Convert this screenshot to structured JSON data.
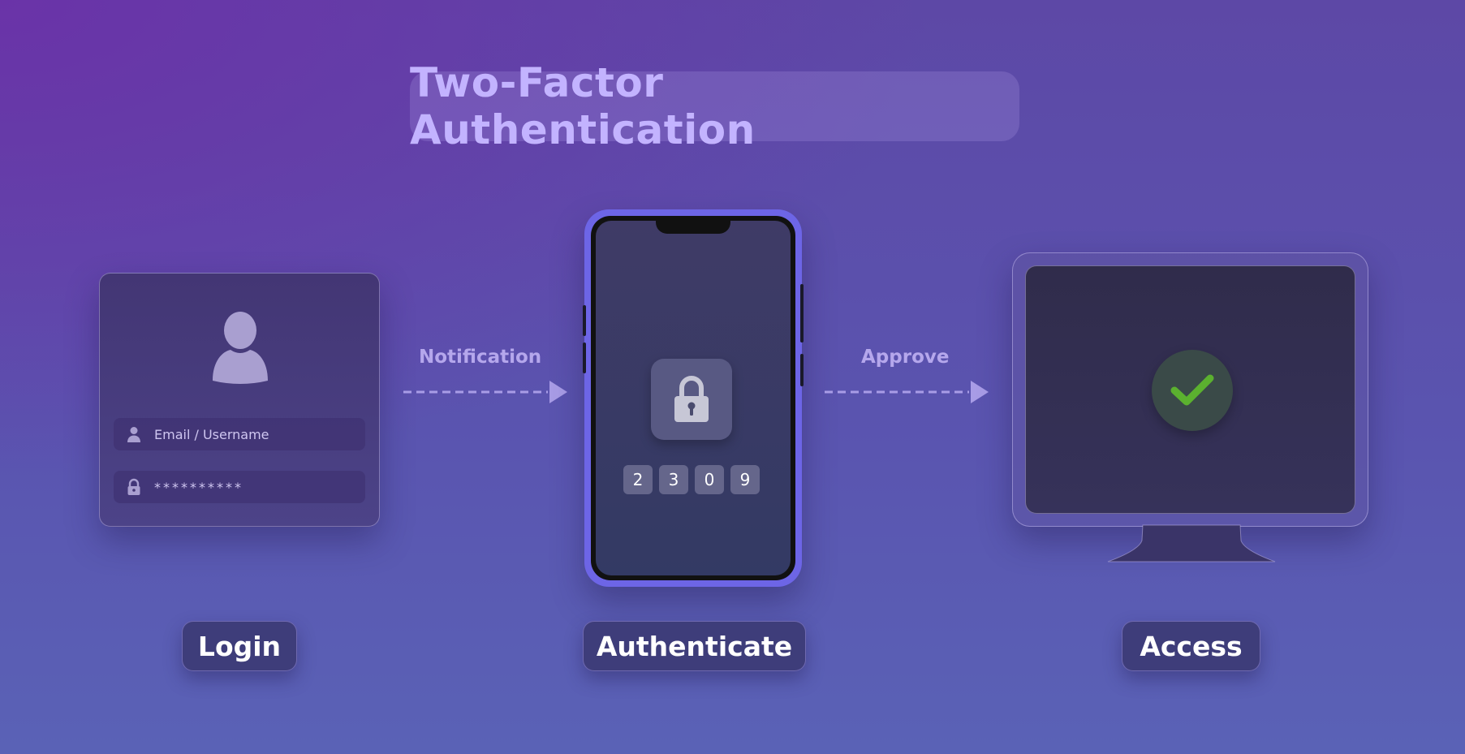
{
  "title": "Two-Factor Authentication",
  "login": {
    "email_placeholder": "Email / Username",
    "password_mask": "**********",
    "icons": [
      "user-avatar-icon",
      "user-icon",
      "lock-icon"
    ]
  },
  "arrows": {
    "notification": "Notification",
    "approve": "Approve"
  },
  "phone": {
    "code": [
      "2",
      "3",
      "0",
      "9"
    ],
    "icon": "padlock-icon",
    "frame_color": "#6d65e6"
  },
  "monitor": {
    "icon": "checkmark-icon",
    "check_color": "#5bb12f"
  },
  "steps": {
    "login": "Login",
    "authenticate": "Authenticate",
    "access": "Access"
  }
}
